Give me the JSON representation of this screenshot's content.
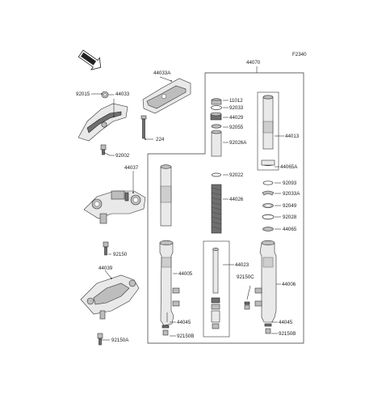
{
  "figure_code": "F2340",
  "front_label": "FRONT",
  "assembly_label": "44070",
  "callouts": {
    "c92015": "92015",
    "c44033": "44033",
    "c44033A": "44033A",
    "c224": "224",
    "c92002": "92002",
    "c44037": "44037",
    "c92150": "92150",
    "c44039": "44039",
    "c92150A": "92150A",
    "c11012": "11012",
    "c92033": "92033",
    "c44029": "44029",
    "c92055": "92055",
    "c92026A": "92026A",
    "c92022": "92022",
    "c44026": "44026",
    "c44013": "44013",
    "c44065A": "44065A",
    "c92093": "92093",
    "c92033A": "92033A",
    "c92049": "92049",
    "c92028": "92028",
    "c44065": "44065",
    "c44005": "44005",
    "c44023": "44023",
    "c92150C": "92150C",
    "c44006": "44006",
    "c44045L": "44045",
    "c92150BL": "92150B",
    "c44045R": "44045",
    "c92150BR": "92150B"
  },
  "colors": {
    "line": "#333333",
    "part_fill": "#e9e9e9",
    "part_shade": "#bdbdbd",
    "part_dark": "#6f6f6f"
  }
}
